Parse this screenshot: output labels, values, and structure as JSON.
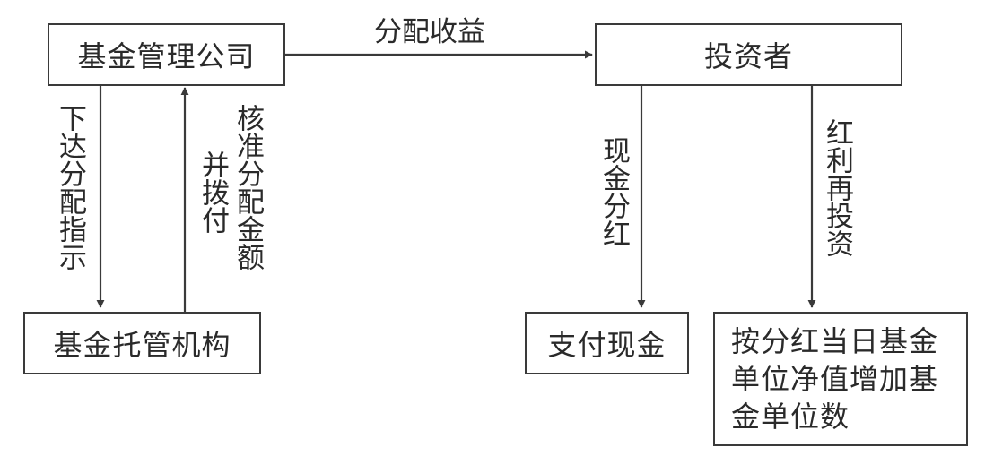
{
  "boxes": {
    "fund_company": "基金管理公司",
    "investor": "投资者",
    "custodian": "基金托管机构",
    "cash_payment": "支付现金",
    "reinvest_result": [
      "按分红当日基金",
      "单位净值增加基",
      "金单位数"
    ]
  },
  "arrows": {
    "distribute_income": "分配收益",
    "issue_instruction": "下达分配指示",
    "verify_amount": "核准分配金额",
    "and_allocate": "并拨付",
    "cash_dividend": "现金分红",
    "dividend_reinvest": "红利再投资"
  }
}
